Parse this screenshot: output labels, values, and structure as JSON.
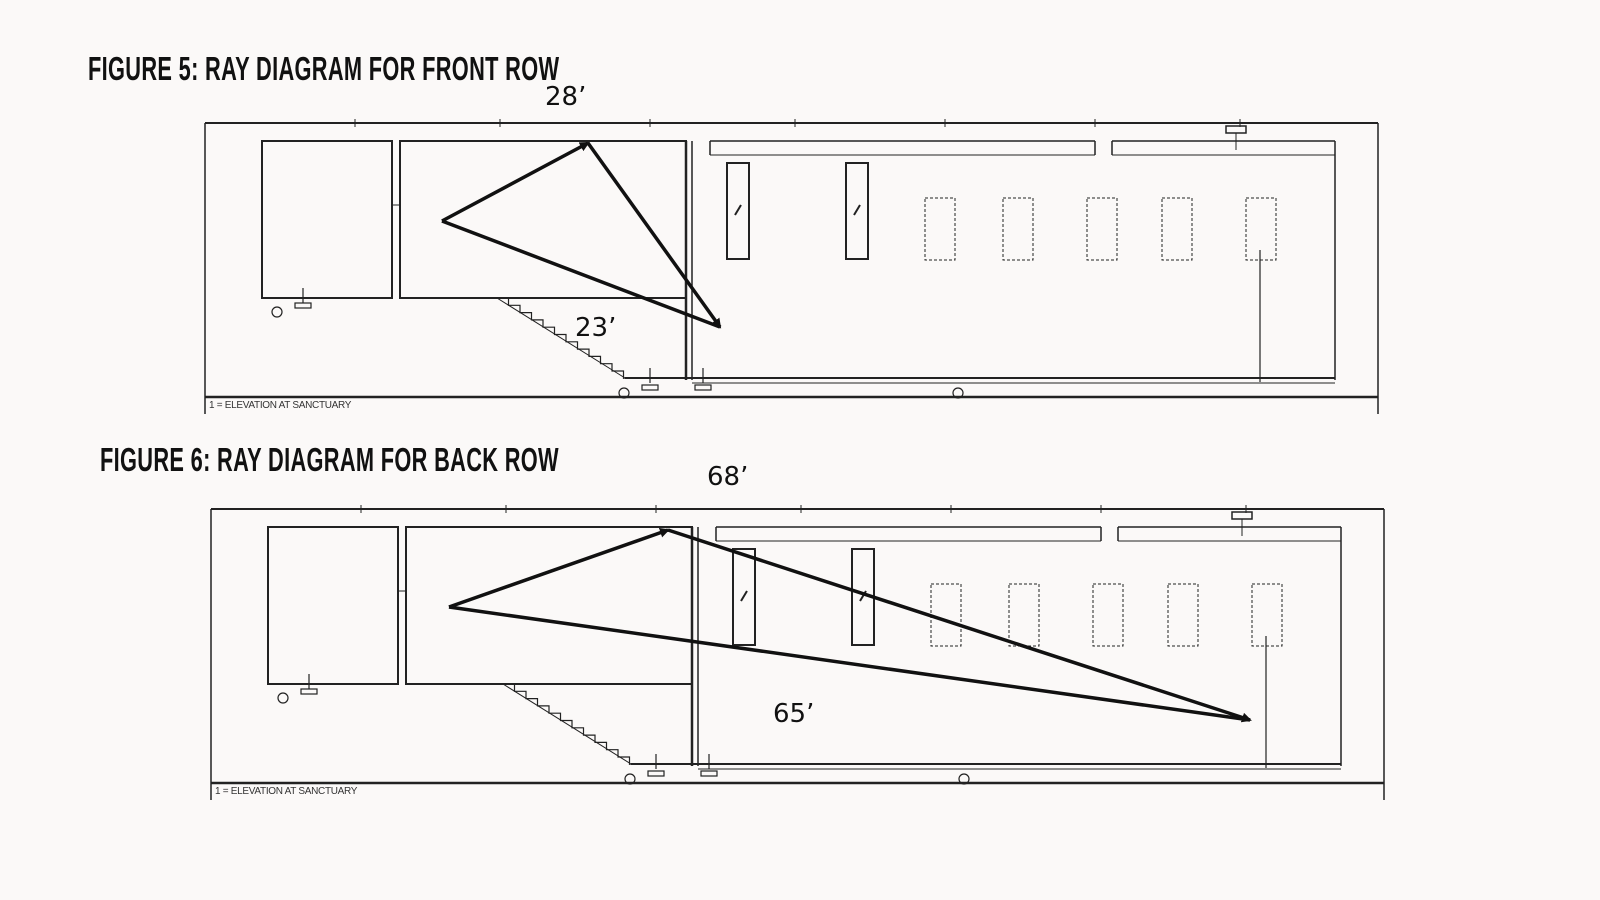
{
  "figures": [
    {
      "title": "FIGURE 5: RAY DIAGRAM FOR FRONT ROW",
      "reflected_path_label": "28’",
      "direct_path_label": "23’",
      "caption": "1 = ELEVATION AT SANCTUARY"
    },
    {
      "title": "FIGURE 6: RAY DIAGRAM FOR BACK ROW",
      "reflected_path_label": "68’",
      "direct_path_label": "65’",
      "caption": "1 = ELEVATION AT SANCTUARY"
    }
  ],
  "colors": {
    "line": "#222222",
    "ray": "#111111",
    "background": "#fbf9f8"
  }
}
